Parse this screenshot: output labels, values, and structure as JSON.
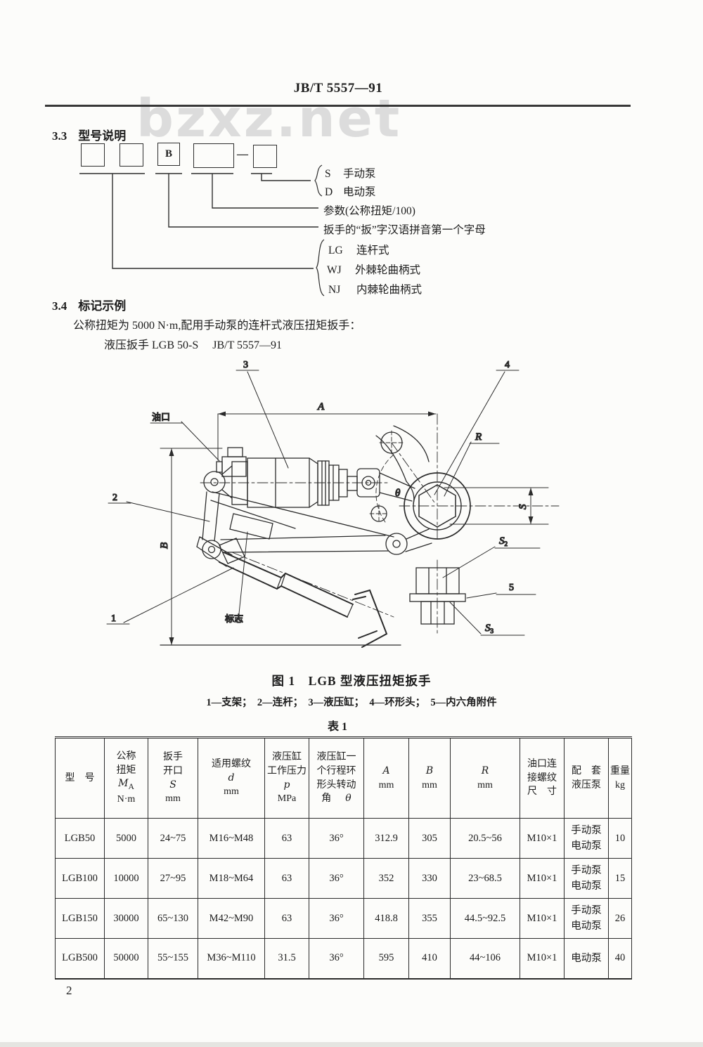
{
  "page": {
    "standard_code": "JB/T 5557—91",
    "watermark": "bzxz.net",
    "page_number": "2"
  },
  "section33": {
    "number": "3.3",
    "title": "型号说明",
    "box_letter": "B",
    "dash": "—",
    "pump_options": [
      {
        "code": "S",
        "label": "手动泵"
      },
      {
        "code": "D",
        "label": "电动泵"
      }
    ],
    "param_label": "参数(公称扭矩/100)",
    "pinyin_label": "扳手的“扳”字汉语拼音第一个字母",
    "type_options": [
      {
        "code": "LG",
        "label": "连杆式"
      },
      {
        "code": "WJ",
        "label": "外棘轮曲柄式"
      },
      {
        "code": "NJ",
        "label": "内棘轮曲柄式"
      }
    ]
  },
  "section34": {
    "number": "3.4",
    "title": "标记示例",
    "example_intro": "公称扭矩为 5000 N·m,配用手动泵的连杆式液压扭矩扳手：",
    "example_designation": "液压扳手 LGB 50-S　 JB/T 5557—91"
  },
  "figure": {
    "caption": "图 1　LGB 型液压扭矩扳手",
    "legend": "1—支架；　2—连杆；　3—液压缸；　4—环形头；　5—内六角附件",
    "labels": {
      "n1": "1",
      "n2": "2",
      "n3": "3",
      "n4": "4",
      "n5": "5",
      "oil_port": "油口",
      "mark": "标志",
      "A": "A",
      "B": "B",
      "R": "R",
      "S": "S",
      "theta": "θ",
      "S2": "S",
      "S2sub": "2",
      "S3": "S",
      "S3sub": "3"
    }
  },
  "table": {
    "title": "表 1",
    "headers": {
      "model": "型　号",
      "torque": {
        "l1": "公称",
        "l2": "扭矩",
        "sym": "M",
        "sub": "A",
        "unit": "N·m"
      },
      "opening": {
        "l1": "扳手",
        "l2": "开口",
        "sym": "S",
        "unit": "mm"
      },
      "thread": {
        "l1": "适用螺纹",
        "sym": "d",
        "unit": "mm"
      },
      "pressure": {
        "l1": "液压缸",
        "l2": "工作压力",
        "sym": "p",
        "unit": "MPa"
      },
      "angle": {
        "l1": "液压缸一",
        "l2": "个行程环",
        "l3": "形头转动",
        "l4": "角",
        "sym": "θ"
      },
      "dimA": {
        "sym": "A",
        "unit": "mm"
      },
      "dimB": {
        "sym": "B",
        "unit": "mm"
      },
      "dimR": {
        "sym": "R",
        "unit": "mm"
      },
      "oil": {
        "l1": "油口连",
        "l2": "接螺纹",
        "l3": "尺　寸"
      },
      "pump": {
        "l1": "配　套",
        "l2": "液压泵"
      },
      "weight": {
        "l1": "重量",
        "unit": "kg"
      }
    },
    "rows": [
      {
        "model": "LGB50",
        "torque": "5000",
        "opening": "24~75",
        "thread": "M16~M48",
        "pressure": "63",
        "angle": "36°",
        "A": "312.9",
        "B": "305",
        "R": "20.5~56",
        "oil": "M10×1",
        "pump1": "手动泵",
        "pump2": "电动泵",
        "weight": "10"
      },
      {
        "model": "LGB100",
        "torque": "10000",
        "opening": "27~95",
        "thread": "M18~M64",
        "pressure": "63",
        "angle": "36°",
        "A": "352",
        "B": "330",
        "R": "23~68.5",
        "oil": "M10×1",
        "pump1": "手动泵",
        "pump2": "电动泵",
        "weight": "15"
      },
      {
        "model": "LGB150",
        "torque": "30000",
        "opening": "65~130",
        "thread": "M42~M90",
        "pressure": "63",
        "angle": "36°",
        "A": "418.8",
        "B": "355",
        "R": "44.5~92.5",
        "oil": "M10×1",
        "pump1": "手动泵",
        "pump2": "电动泵",
        "weight": "26"
      },
      {
        "model": "LGB500",
        "torque": "50000",
        "opening": "55~155",
        "thread": "M36~M110",
        "pressure": "31.5",
        "angle": "36°",
        "A": "595",
        "B": "410",
        "R": "44~106",
        "oil": "M10×1",
        "pump1": "电动泵",
        "pump2": "",
        "weight": "40"
      }
    ]
  }
}
